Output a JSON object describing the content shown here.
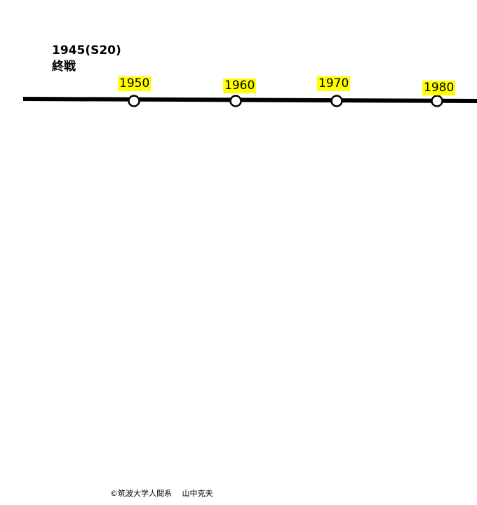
{
  "header": {
    "year": "1945(S20)",
    "event": "終戦"
  },
  "timeline": {
    "markers": [
      {
        "label": "1950"
      },
      {
        "label": "1960"
      },
      {
        "label": "1970"
      },
      {
        "label": "1980"
      }
    ]
  },
  "credit": "©筑波大学人間系　 山中克夫",
  "colors": {
    "highlight": "#ffff00",
    "line": "#000000"
  }
}
